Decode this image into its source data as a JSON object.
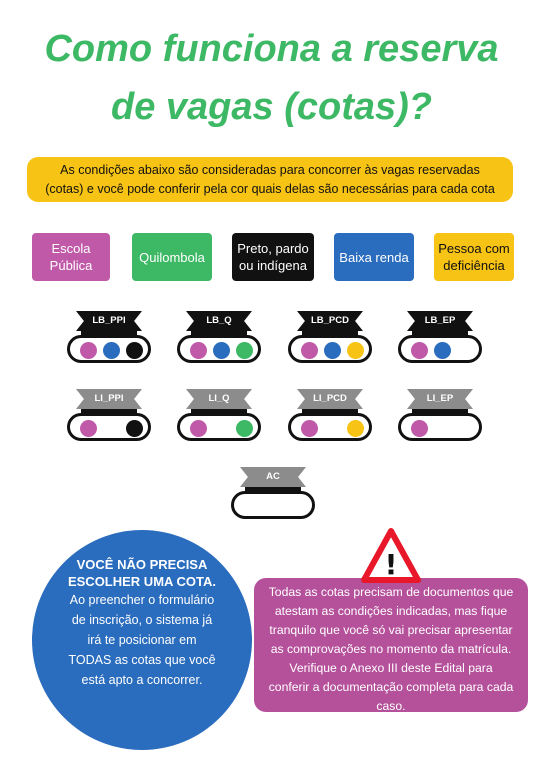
{
  "title": {
    "line1": "Como funciona a reserva",
    "line2": "de vagas (cotas)?"
  },
  "banner": {
    "line1": "As condições abaixo são consideradas para concorrer às vagas reservadas",
    "line2": "(cotas) e você pode conferir pela cor quais delas são necessárias para cada cota"
  },
  "legend": [
    {
      "line1": "Escola",
      "line2": "Pública",
      "color": "#c05aa8"
    },
    {
      "line1": "Quilombola",
      "line2": "",
      "color": "#3db865"
    },
    {
      "line1": "Preto, pardo",
      "line2": "ou indígena",
      "color": "#111111"
    },
    {
      "line1": "Baixa renda",
      "line2": "",
      "color": "#2a6cbd"
    },
    {
      "line1": "Pessoa com",
      "line2": "deficiência",
      "color": "#f7c315"
    }
  ],
  "cotas": [
    {
      "label": "LB_PPI",
      "dots": [
        "pink",
        "blue",
        "black"
      ]
    },
    {
      "label": "LB_Q",
      "dots": [
        "pink",
        "blue",
        "green"
      ]
    },
    {
      "label": "LB_PCD",
      "dots": [
        "pink",
        "blue",
        "yellow"
      ]
    },
    {
      "label": "LB_EP",
      "dots": [
        "pink",
        "blue"
      ]
    },
    {
      "label": "LI_PPI",
      "dots": [
        "pink",
        "none",
        "black"
      ]
    },
    {
      "label": "LI_Q",
      "dots": [
        "pink",
        "none",
        "green"
      ]
    },
    {
      "label": "LI_PCD",
      "dots": [
        "pink",
        "none",
        "yellow"
      ]
    },
    {
      "label": "LI_EP",
      "dots": [
        "pink"
      ]
    },
    {
      "label": "AC",
      "dots": []
    }
  ],
  "colors": {
    "pink": "#c05aa8",
    "blue": "#2a6cbd",
    "black": "#111111",
    "green": "#3db865",
    "yellow": "#f7c315",
    "tag_dark": "#111111",
    "tag_gray": "#8c8c8c"
  },
  "circle": {
    "line1": "VOCÊ NÃO PRECISA",
    "line2": "ESCOLHER UMA COTA.",
    "line3": "Ao preencher o formulário",
    "line4": "de inscrição, o sistema já",
    "line5": "irá te posicionar em",
    "line6": "TODAS as cotas que você",
    "line7": "está apto a concorrer."
  },
  "pinkbox": {
    "line1": "Todas as cotas precisam de documentos que",
    "line2": "atestam as condições indicadas, mas fique",
    "line3": "tranquilo que você só vai precisar apresentar",
    "line4": "as comprovações no momento da matrícula.",
    "line5": "Verifique o Anexo III deste Edital para",
    "line6": "conferir a documentação completa para cada",
    "line7": "caso."
  },
  "warning": {
    "icon": "warning-icon",
    "symbol": "!"
  }
}
